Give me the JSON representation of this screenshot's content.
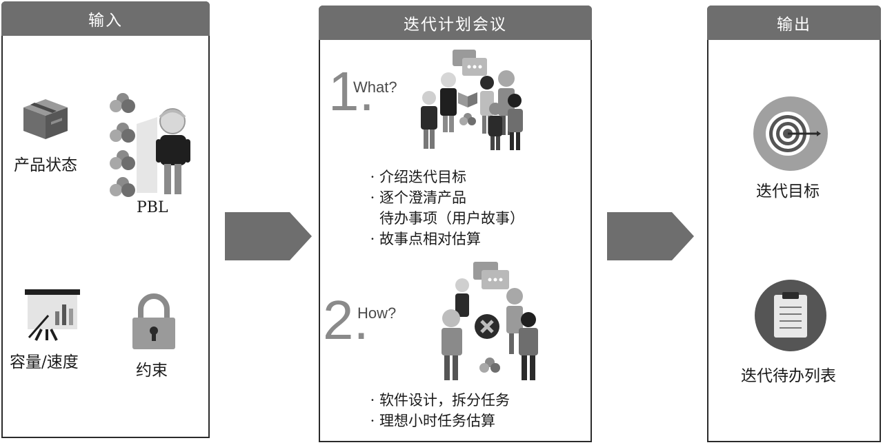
{
  "input": {
    "title": "输入",
    "product_state": "产品状态",
    "pbl": "PBL",
    "capacity": "容量/速度",
    "constraints": "约束"
  },
  "meeting": {
    "title": "迭代计划会议",
    "step1_num": "1.",
    "step1_q": "What?",
    "step1_bullets": [
      "介绍迭代目标",
      "逐个澄清产品",
      "待办事项（用户故事）",
      "故事点相对估算"
    ],
    "step2_num": "2.",
    "step2_q": "How?",
    "step2_bullets": [
      "软件设计，拆分任务",
      "理想小时任务估算"
    ]
  },
  "output": {
    "title": "输出",
    "sprint_goal": "迭代目标",
    "sprint_backlog": "迭代待办列表"
  },
  "colors": {
    "header": "#6e6e6e",
    "arrow": "#6e6e6e",
    "border": "#2a2a2a"
  },
  "icons": [
    "box-icon",
    "cloud-icon",
    "person-icon",
    "presentation-board-icon",
    "padlock-icon",
    "chat-bubble-icon",
    "target-icon",
    "clipboard-icon",
    "cross-icon"
  ]
}
